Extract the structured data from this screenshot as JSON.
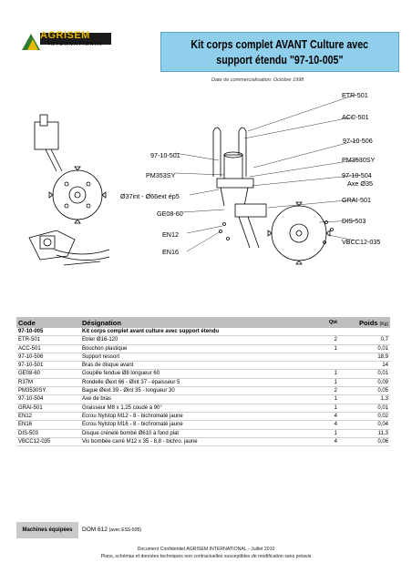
{
  "brand": {
    "name": "AGRISEM",
    "subtitle": "INTERNATIONAL"
  },
  "title": {
    "line1": "Kit corps complet  AVANT Culture avec",
    "line2": "support étendu  \"97-10-005\""
  },
  "date_text": "Date de commercialisation: Octobre 1998",
  "callouts": {
    "etr501": "ETR-501",
    "acc501": "ACC-501",
    "p9710506": "97-10-506",
    "p9710501": "97-10-501",
    "pm3530sy_left": "PM353SY",
    "pm3530sy_right": "PM3530SY",
    "p9710504": "97-10-504",
    "axe35": "Axe Ø35",
    "ring": "Ø37int - Ø66ext ép5",
    "grai501": "GRAI-501",
    "ge0860": "GE08-60",
    "dis503": "DIS-503",
    "en12": "EN12",
    "vbcc": "VBCC12-035",
    "en16": "EN16"
  },
  "table": {
    "headers": {
      "code": "Code",
      "designation": "Désignation",
      "qty": "Qté",
      "weight": "Poids",
      "weight_unit": "(Kg)"
    },
    "rows": [
      {
        "code": "97-10-005",
        "designation": "Kit corps complet avant culture avec support étendu",
        "qty": "",
        "weight": ""
      },
      {
        "code": "ETR-501",
        "designation": "Etrier Ø16-120",
        "qty": "2",
        "weight": "0,7"
      },
      {
        "code": "ACC-501",
        "designation": "Bouchon plastique",
        "qty": "1",
        "weight": "0,01"
      },
      {
        "code": "97-10-506",
        "designation": "Support ressort",
        "qty": "",
        "weight": "18,9"
      },
      {
        "code": "97-10-501",
        "designation": "Bras de disque avant",
        "qty": "",
        "weight": "14"
      },
      {
        "code": "GE08-60",
        "designation": "Goupille fendue Ø8 longueur 60",
        "qty": "1",
        "weight": "0,01"
      },
      {
        "code": "R37M",
        "designation": "Rondelle Øext 66 - Øint 37 - épaisseur 5",
        "qty": "1",
        "weight": "0,09"
      },
      {
        "code": "PM3530SY",
        "designation": "Bague Øext 39 - Øint 35 - longueur 30",
        "qty": "2",
        "weight": "0,05"
      },
      {
        "code": "97-10-504",
        "designation": "Axe de bras",
        "qty": "1",
        "weight": "1,3"
      },
      {
        "code": "GRAI-501",
        "designation": "Graisseur M8 x 1,25 coudé à 90°",
        "qty": "1",
        "weight": "0,01"
      },
      {
        "code": "EN12",
        "designation": "Ecrou Nylstop M12 - 8 - bichromaté jaune",
        "qty": "4",
        "weight": "0,02"
      },
      {
        "code": "EN16",
        "designation": "Ecrou Nylstop M16 - 8 - bichromaté jaune",
        "qty": "4",
        "weight": "0,04"
      },
      {
        "code": "DIS-503",
        "designation": "Disque crénelé bombé Ø610 à fond plat",
        "qty": "1",
        "weight": "11,3"
      },
      {
        "code": "VBCC12-035",
        "designation": "Vis bombée carré M12 x 35 - 8,8 - bichro. jaune",
        "qty": "4",
        "weight": "0,06"
      }
    ]
  },
  "machines": {
    "label": "Machines équipées",
    "value": "DOM 612",
    "note": "(avec ESS-505)"
  },
  "footer": {
    "line1": "Document Confidentiel AGRISEM INTERNATIONAL - Juillet 2010",
    "line2": "Plans, schémas et données techniques non contractuelles susceptibles de modification sans préavis"
  },
  "colors": {
    "title_bg": "#8fcfec",
    "logo_green": "#2e7d32",
    "logo_yellow": "#e6b800",
    "header_bg": "#bfbfbf"
  }
}
